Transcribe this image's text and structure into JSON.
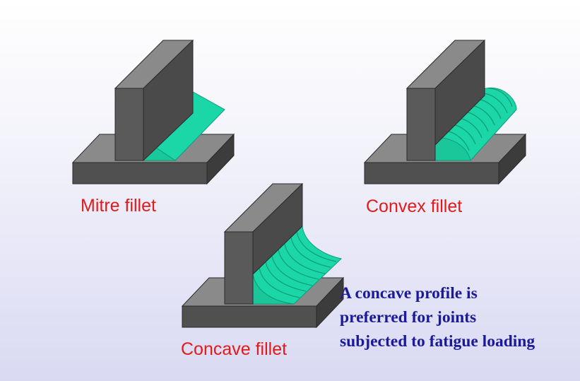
{
  "figures": {
    "mitre": {
      "caption": "Mitre fillet"
    },
    "convex": {
      "caption": "Convex fillet"
    },
    "concave": {
      "caption": "Concave fillet"
    }
  },
  "note": {
    "line1": "A concave profile is",
    "line2": "preferred for joints",
    "line3": "subjected to fatigue loading"
  },
  "colors": {
    "steel_front": "#505050",
    "steel_top": "#8a8a8a",
    "steel_side": "#3c3c3c",
    "weld": "#1bd6a6",
    "weld_dark": "#0f9d79",
    "caption_text": "#e21a1a",
    "note_text": "#1a1a9a"
  }
}
